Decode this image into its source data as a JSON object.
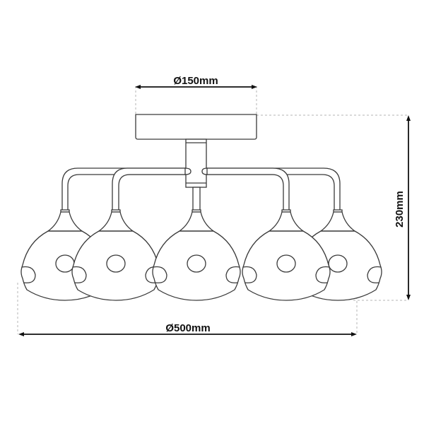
{
  "diagram": {
    "type": "technical-drawing",
    "subject": "5-light semi-flush ceiling lamp with dome glass shades",
    "dimensions": {
      "canopy_diameter": "Ø150mm",
      "overall_diameter": "Ø500mm",
      "overall_height": "230mm"
    },
    "components": {
      "canopy": "ceiling-canopy",
      "stem": "central-stem",
      "arms": [
        "arm-1",
        "arm-2",
        "arm-3",
        "arm-4",
        "arm-5"
      ],
      "shades": [
        "shade-1",
        "shade-2",
        "shade-3",
        "shade-4",
        "shade-5"
      ]
    },
    "colors": {
      "line": "#3a3a3a",
      "dimension": "#111111",
      "guide": "#b5b5b5",
      "background": "#ffffff"
    }
  }
}
